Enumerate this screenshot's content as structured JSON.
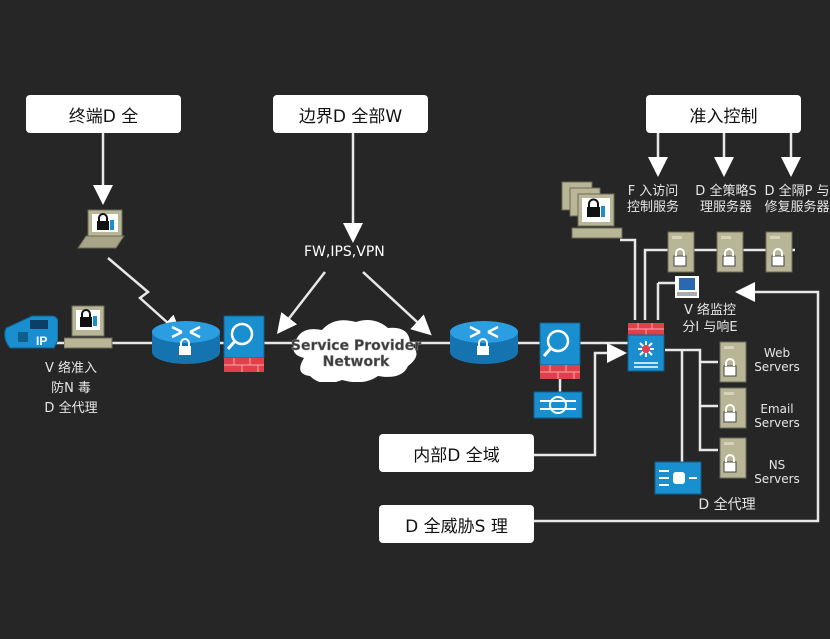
{
  "boxes": {
    "endpoint_security": "终端D 全",
    "perimeter_security": "边界D 全部W",
    "access_control": "准入控制",
    "internal_security": "内部D 全域",
    "threat_management": "D 全威胁S 理"
  },
  "labels": {
    "fw_ips_vpn": "FW,IPS,VPN",
    "cloud_line1": "Service Provider",
    "cloud_line2": "Network",
    "nac_line1": "V 络准入",
    "nac_line2": "防N 毒",
    "nac_line3": "D 全代理",
    "access_service_line1": "F 入访问",
    "access_service_line2": "控制服务",
    "policy_server_line1": "D 全策略S",
    "policy_server_line2": "理服务器",
    "remediation_line1": "D 全隔P 与",
    "remediation_line2": "修复服务器",
    "monitor_line1": "V 络监控",
    "monitor_line2": "分I 与响E",
    "web_servers_line1": "Web",
    "web_servers_line2": "Servers",
    "email_servers_line1": "Email",
    "email_servers_line2": "Servers",
    "ns_servers_line1": "NS",
    "ns_servers_line2": "Servers",
    "security_agent": "D 全代理"
  },
  "icons": {
    "ip_phone_text": "IP"
  },
  "colors": {
    "background": "#262626",
    "cisco_blue": "#1a8fd0",
    "firewall_red": "#e0404a",
    "server_beige": "#b9b597"
  }
}
